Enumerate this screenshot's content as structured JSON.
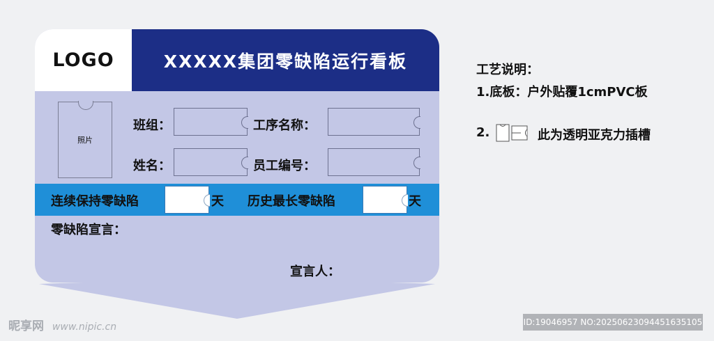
{
  "board": {
    "logo": "LOGO",
    "title": "XXXXX集团零缺陷运行看板",
    "photo_label": "照片",
    "fields": {
      "team": "班组：",
      "process": "工序名称：",
      "name": "姓名：",
      "employee_no": "员工编号："
    },
    "band": {
      "continuous": "连续保持零缺陷",
      "history": "历史最长零缺陷",
      "day1": "天",
      "day2": "天"
    },
    "declaration": "零缺陷宣言：",
    "declarer": "宣言人："
  },
  "notes": {
    "heading": "工艺说明：",
    "item1": "1.底板：户外贴覆1cmPVC板",
    "item2_num": "2.",
    "item2_text": "此为透明亚克力插槽"
  },
  "watermark": {
    "brand": "昵享网",
    "url": "www.nipic.cn",
    "id": "ID:19046957 NO:20250623094451635105"
  },
  "colors": {
    "board_bg": "#c3c7e6",
    "title_bg": "#1c2e86",
    "band_bg": "#1f8fd8"
  }
}
